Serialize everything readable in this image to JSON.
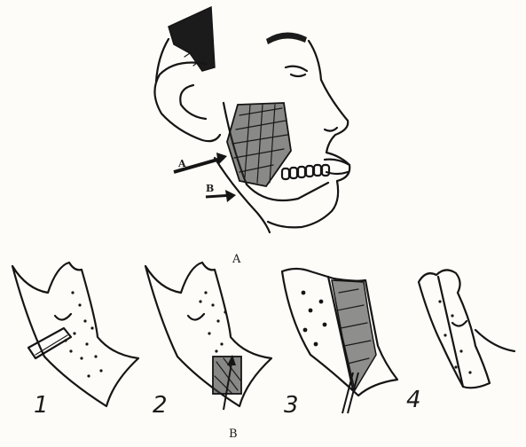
{
  "figure": {
    "panel_a": {
      "caption": "A",
      "arrow_labels": [
        "A",
        "B"
      ]
    },
    "panel_b": {
      "caption": "B",
      "steps": [
        "1",
        "2",
        "3",
        "4"
      ]
    }
  },
  "colors": {
    "ink": "#151515",
    "paper": "#fdfcf8"
  }
}
